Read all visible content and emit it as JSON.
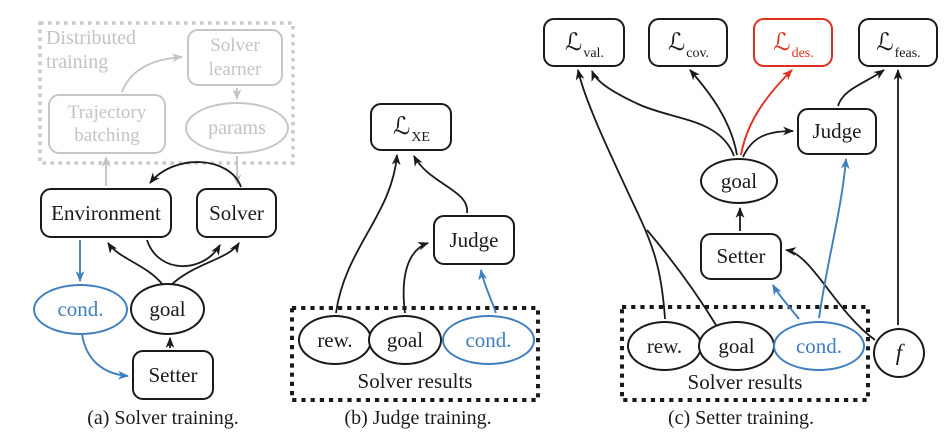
{
  "colors": {
    "black": "#1a1a1a",
    "gray": "#c3c3c3",
    "blue": "#3f7fbf",
    "red": "#e02f1f"
  },
  "fig_a": {
    "caption": "(a) Solver training.",
    "distributed_label": "Distributed training",
    "solver_learner": "Solver learner",
    "trajectory_batching": "Trajectory batching",
    "params": "params",
    "environment": "Environment",
    "solver": "Solver",
    "cond": "cond.",
    "goal": "goal",
    "setter": "Setter"
  },
  "fig_b": {
    "caption": "(b) Judge training.",
    "loss_xe": {
      "symbol": "ℒ",
      "sub": "XE"
    },
    "judge": "Judge",
    "rew": "rew.",
    "goal": "goal",
    "cond": "cond.",
    "box_label": "Solver results"
  },
  "fig_c": {
    "caption": "(c) Setter training.",
    "loss_val": {
      "symbol": "ℒ",
      "sub": "val."
    },
    "loss_cov": {
      "symbol": "ℒ",
      "sub": "cov."
    },
    "loss_des": {
      "symbol": "ℒ",
      "sub": "des."
    },
    "loss_feas": {
      "symbol": "ℒ",
      "sub": "feas."
    },
    "judge": "Judge",
    "goal": "goal",
    "setter": "Setter",
    "rew": "rew.",
    "goal_result": "goal",
    "cond": "cond.",
    "f": "f",
    "box_label": "Solver results"
  }
}
